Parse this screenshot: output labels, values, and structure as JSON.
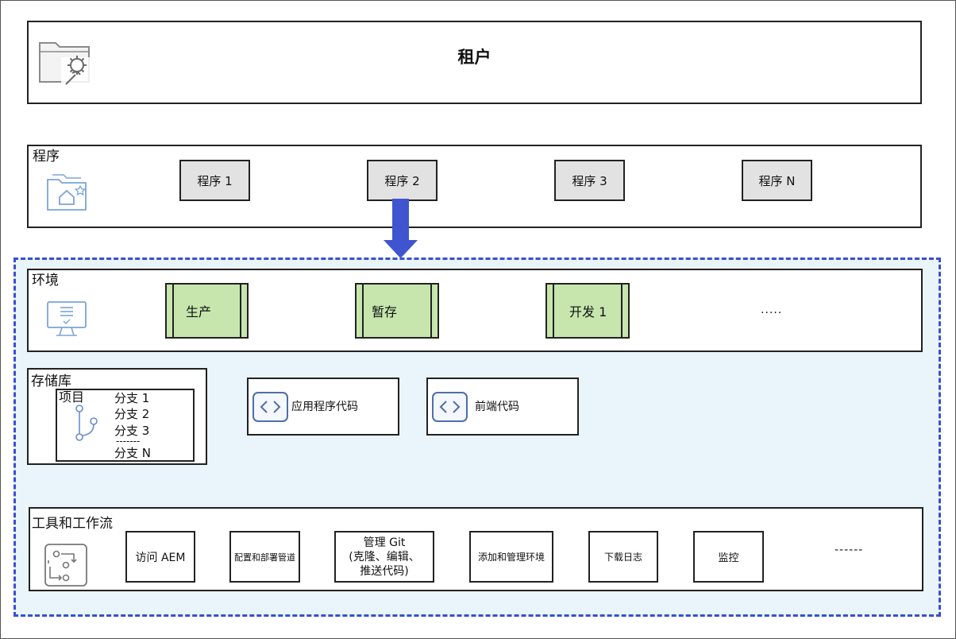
{
  "tenant": {
    "title": "租户",
    "icon": "folder-gear-icon"
  },
  "programs": {
    "label": "程序",
    "icon": "folder-home-icon",
    "items": [
      "程序 1",
      "程序 2",
      "程序 3",
      "程序 N"
    ]
  },
  "environments": {
    "label": "环境",
    "icon": "monitor-icon",
    "items": [
      "生产",
      "暂存",
      "开发 1"
    ],
    "more": "....."
  },
  "repositories": {
    "label": "存储库",
    "project_label": "项目",
    "icon": "git-branch-icon",
    "branches": [
      "分支 1",
      "分支 2",
      "分支 3"
    ],
    "separator": "-------",
    "last_branch": "分支 N"
  },
  "code": {
    "icon": "code-brackets-icon",
    "items": [
      "应用程序代码",
      "前端代码"
    ]
  },
  "tools": {
    "label": "工具和工作流",
    "icon": "workflow-icon",
    "items": [
      "访问 AEM",
      "配置和部署管道",
      "管理 Git",
      "添加和管理环境",
      "下载日志",
      "监控"
    ],
    "git_detail_line1": "(克隆、编辑、",
    "git_detail_line2": "推送代码)",
    "more": "------"
  },
  "colors": {
    "dashed_border": "#3a4fd0",
    "region_fill": "#eaf4fb",
    "env_fill": "#c6e6ad",
    "program_fill": "#e2e2e2",
    "arrow": "#3f55cf"
  }
}
